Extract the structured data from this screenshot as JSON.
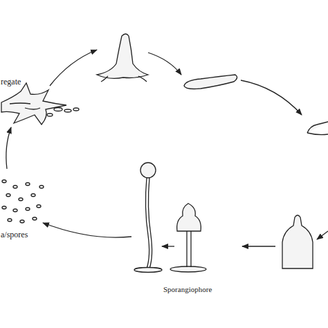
{
  "diagram": {
    "labels": [
      "regate",
      "a/spores",
      "Sporangiophore"
    ]
  }
}
